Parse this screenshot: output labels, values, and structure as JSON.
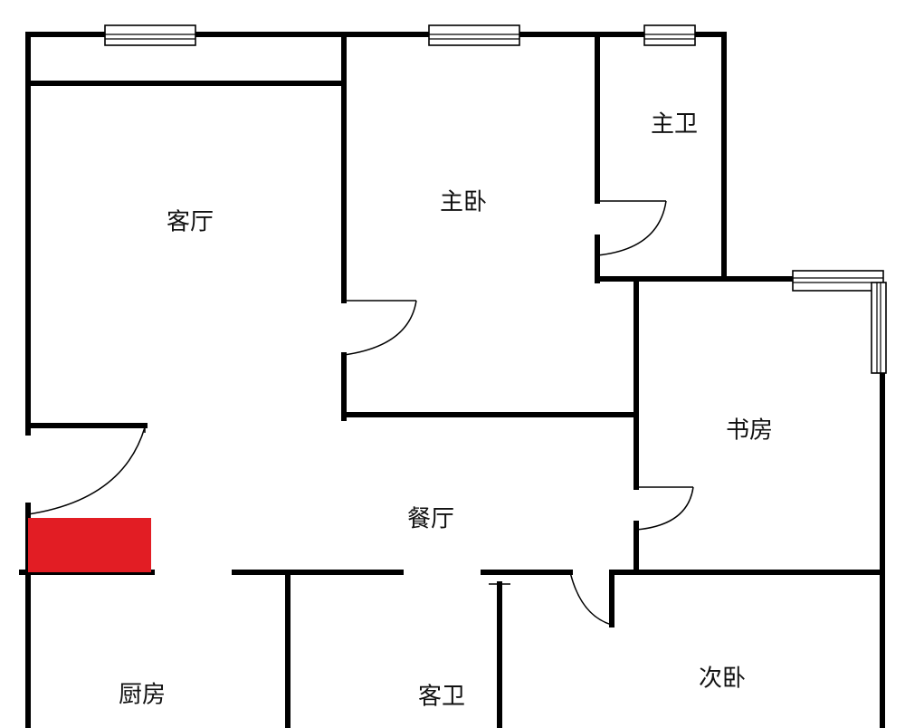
{
  "rooms": {
    "living_room": "客厅",
    "master_bedroom": "主卧",
    "master_bath": "主卫",
    "study": "书房",
    "dining_room": "餐厅",
    "kitchen": "厨房",
    "guest_bath": "客卫",
    "second_bedroom": "次卧"
  },
  "colors": {
    "wall": "#000000",
    "highlight": "#e21d24",
    "background": "#ffffff"
  }
}
